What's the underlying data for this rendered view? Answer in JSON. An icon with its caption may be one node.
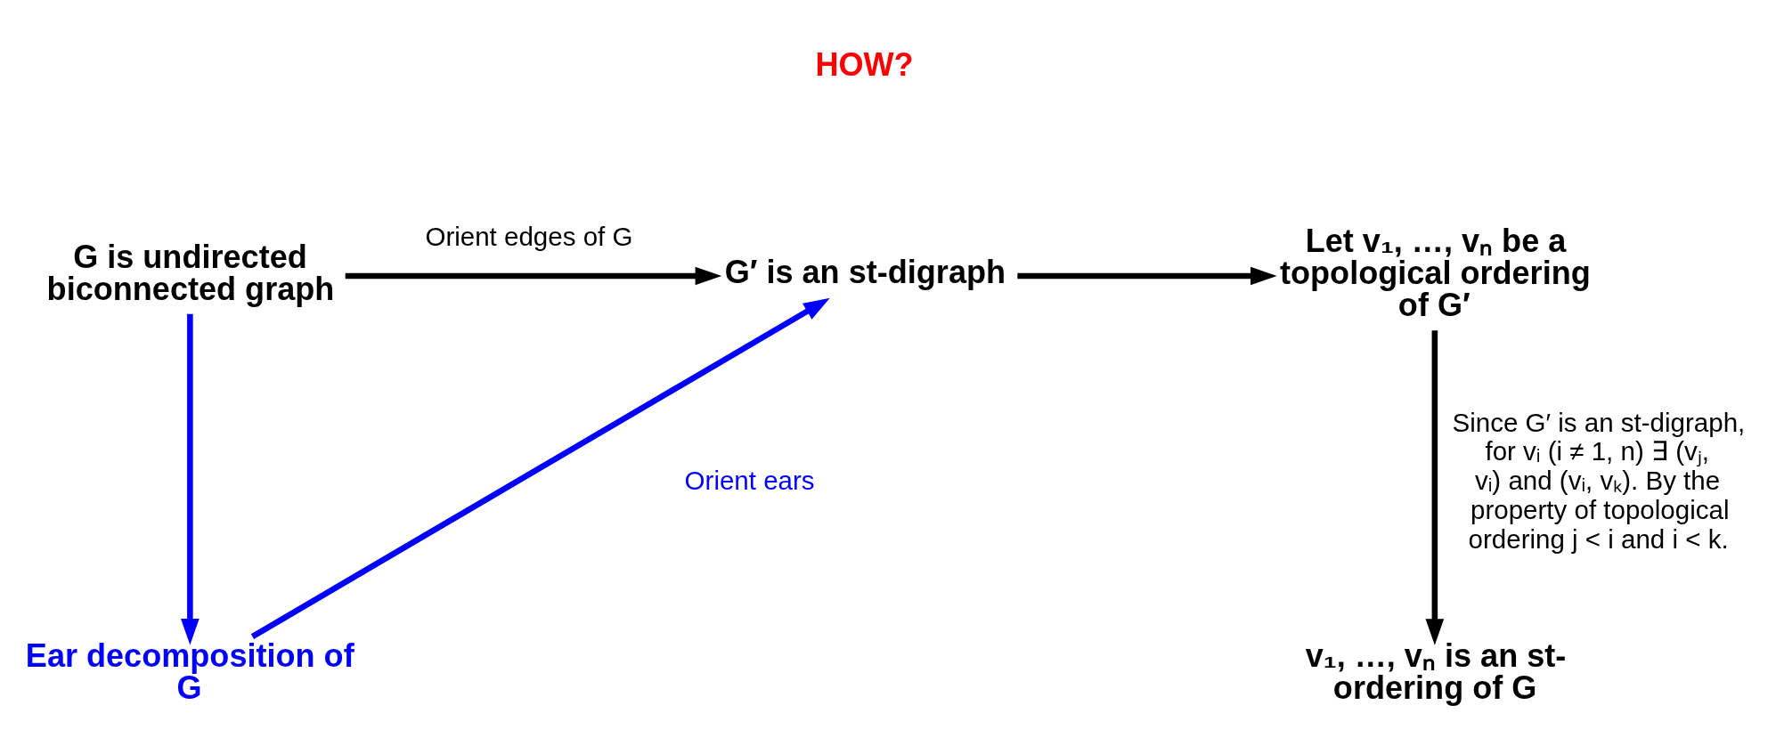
{
  "diagram": {
    "nodes": [
      {
        "text": [
          "G is undirected biconnected graph"
        ]
      },
      {
        "text": [
          "G′ is an st-digraph"
        ]
      },
      {
        "text": [
          "Let v₁, …, vₙ be a topological ordering of G′"
        ]
      },
      {
        "text": [
          "Ear decomposition of G"
        ]
      },
      {
        "text": [
          "v₁, …, vₙ is an st-ordering of G"
        ]
      }
    ],
    "edges": [
      {
        "from": 0,
        "to": 1,
        "arrow": "to",
        "label": "Orient edges of G"
      },
      {
        "from": 1,
        "to": 2,
        "arrow": "to"
      },
      {
        "from": 2,
        "to": 4,
        "arrow": "to",
        "label": "Since G′ is an st-digraph, for vᵢ (i ≠ 1, n) ∃ (vⱼ, vᵢ) and (vᵢ, vₖ). By the property of topological ordering j < i and i < k."
      },
      {
        "from": 0,
        "to": 3,
        "arrow": "to",
        "color": "#0000ff"
      },
      {
        "from": 3,
        "to": 1,
        "arrow": "to",
        "color": "#0000ff",
        "label": "Orient ears"
      }
    ],
    "labels": [
      "HOW?"
    ]
  }
}
